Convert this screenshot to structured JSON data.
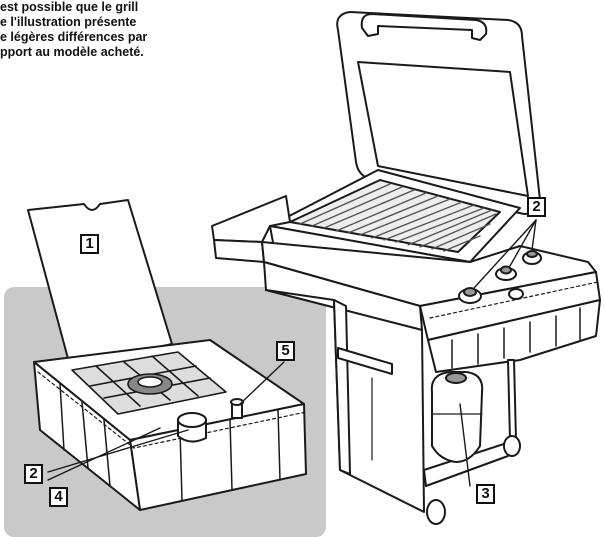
{
  "disclaimer": {
    "lines": [
      "est possible que le grill",
      "e l'illustration présente",
      "e légères différences par",
      "pport au modèle acheté."
    ]
  },
  "callouts": [
    {
      "id": "lid",
      "label": "1"
    },
    {
      "id": "knobs",
      "label": "2"
    },
    {
      "id": "side-burner-knob",
      "label": "2"
    },
    {
      "id": "tank",
      "label": "3"
    },
    {
      "id": "side-burner-base",
      "label": "4"
    },
    {
      "id": "side-burner-igniter",
      "label": "5"
    }
  ],
  "colors": {
    "line": "#1a1a1a",
    "panel": "#c9c9c9",
    "grate": "#8a8a8a"
  }
}
